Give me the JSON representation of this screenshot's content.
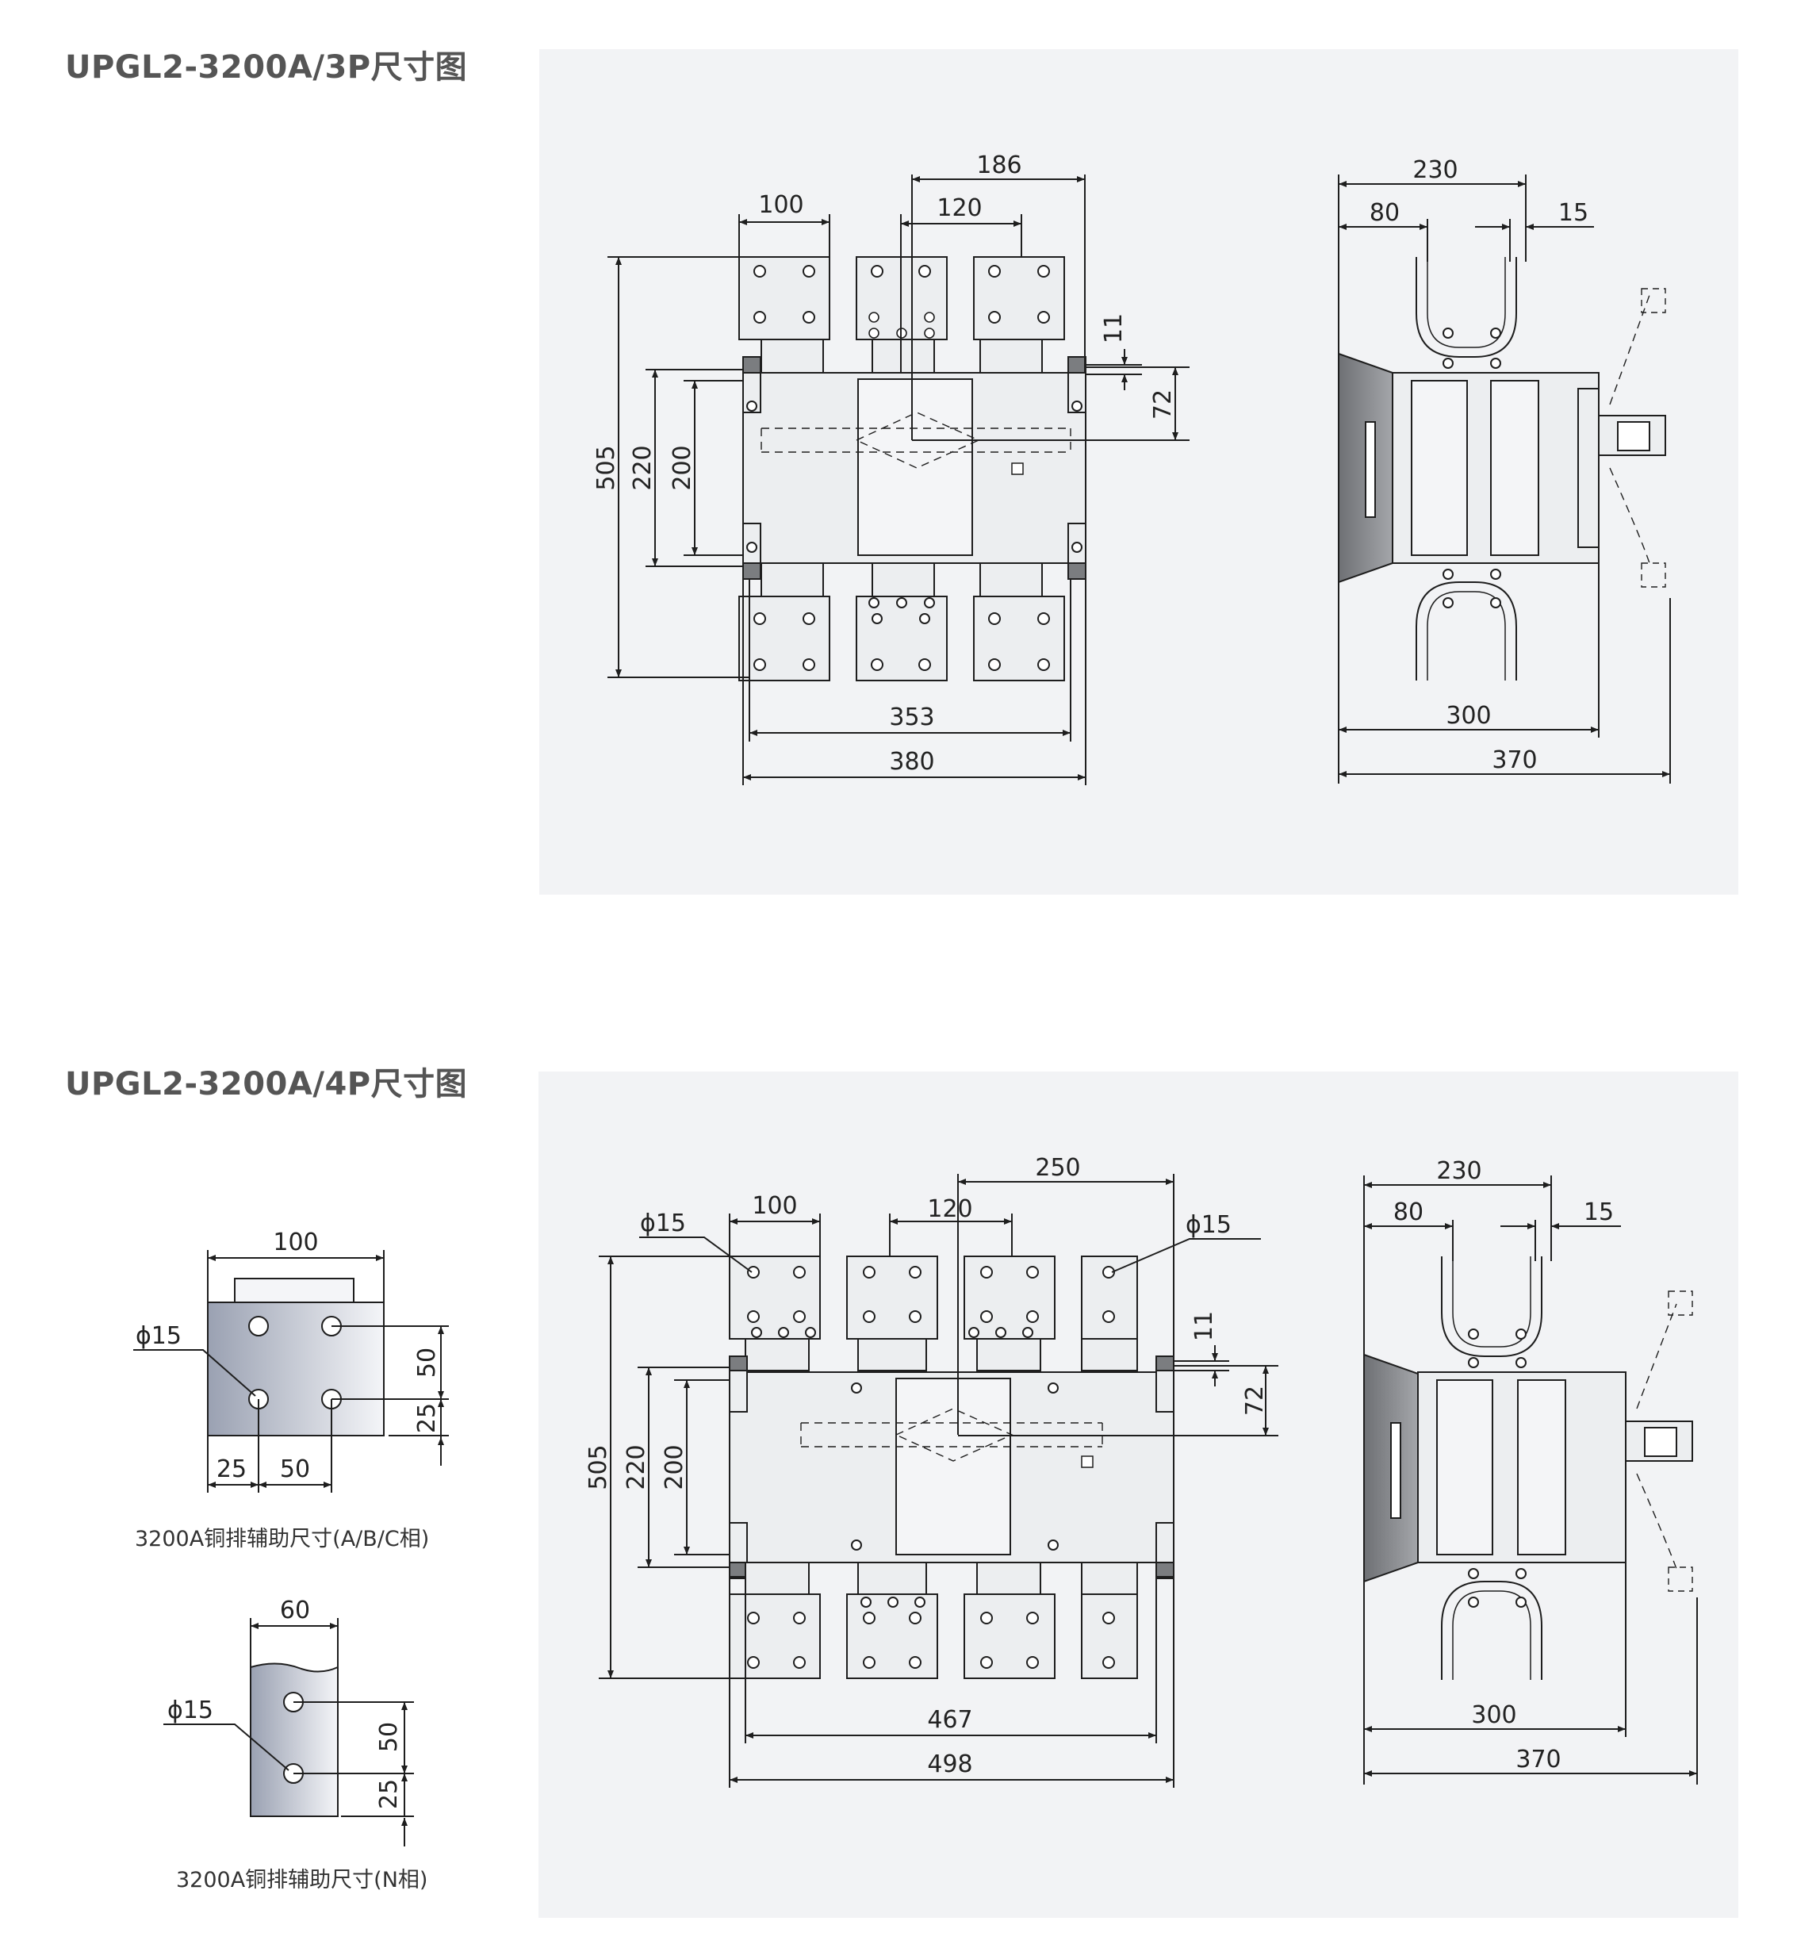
{
  "titles": {
    "three_pole": "UPGL2-3200A/3P尺寸图",
    "four_pole": "UPGL2-3200A/4P尺寸图"
  },
  "three_pole": {
    "front": {
      "top_width": "186",
      "terminal_width": "100",
      "pole_pitch": "120",
      "overall_height": "505",
      "height_220": "220",
      "height_200": "200",
      "slot": "11",
      "offset": "72",
      "width_inner": "353",
      "width_outer": "380"
    },
    "side": {
      "top_width": "230",
      "left_offset": "80",
      "right_gap": "15",
      "depth_body": "300",
      "depth_total": "370"
    }
  },
  "four_pole": {
    "front": {
      "top_width": "250",
      "terminal_width": "100",
      "pole_pitch": "120",
      "hole_left": "ϕ15",
      "hole_right": "ϕ15",
      "overall_height": "505",
      "height_220": "220",
      "height_200": "200",
      "slot": "11",
      "offset": "72",
      "width_inner": "467",
      "width_outer": "498"
    },
    "side": {
      "top_width": "230",
      "left_offset": "80",
      "right_gap": "15",
      "depth_body": "300",
      "depth_total": "370"
    }
  },
  "busbar_abc": {
    "width": "100",
    "hole": "ϕ15",
    "pitch_v": "50",
    "edge_v": "25",
    "edge_h": "25",
    "pitch_h": "50",
    "caption": "3200A铜排辅助尺寸(A/B/C相)"
  },
  "busbar_n": {
    "width": "60",
    "hole": "ϕ15",
    "pitch_v": "50",
    "edge_v": "25",
    "caption": "3200A铜排辅助尺寸(N相)"
  },
  "colors": {
    "panel_bg": "#f2f3f5",
    "line": "#1e1e1e",
    "component_fill": "#e9eaec",
    "handle_gray": "#888a8d",
    "busbar_gradient_dark": "#9aa1b2",
    "busbar_gradient_light": "#f4f5f8",
    "title": "#555555"
  }
}
